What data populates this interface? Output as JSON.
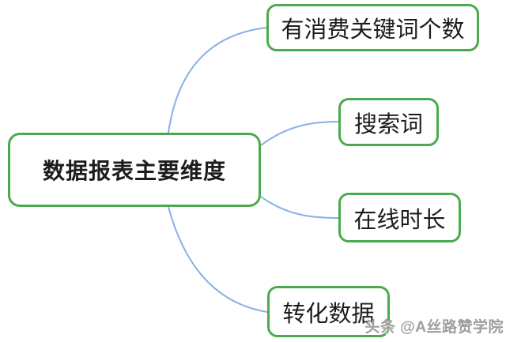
{
  "diagram": {
    "type": "mindmap",
    "root": {
      "label": "数据报表主要维度"
    },
    "branches": [
      {
        "label": "有消费关键词个数"
      },
      {
        "label": "搜索词"
      },
      {
        "label": "在线时长"
      },
      {
        "label": "转化数据"
      }
    ]
  },
  "watermark": {
    "text": "头条 @A丝路赞学院"
  },
  "colors": {
    "node_border": "#4aaa4d",
    "connector": "#8bb0e2",
    "text": "#1c1c1c",
    "watermark": "#9e9e9e",
    "background": "#ffffff"
  }
}
